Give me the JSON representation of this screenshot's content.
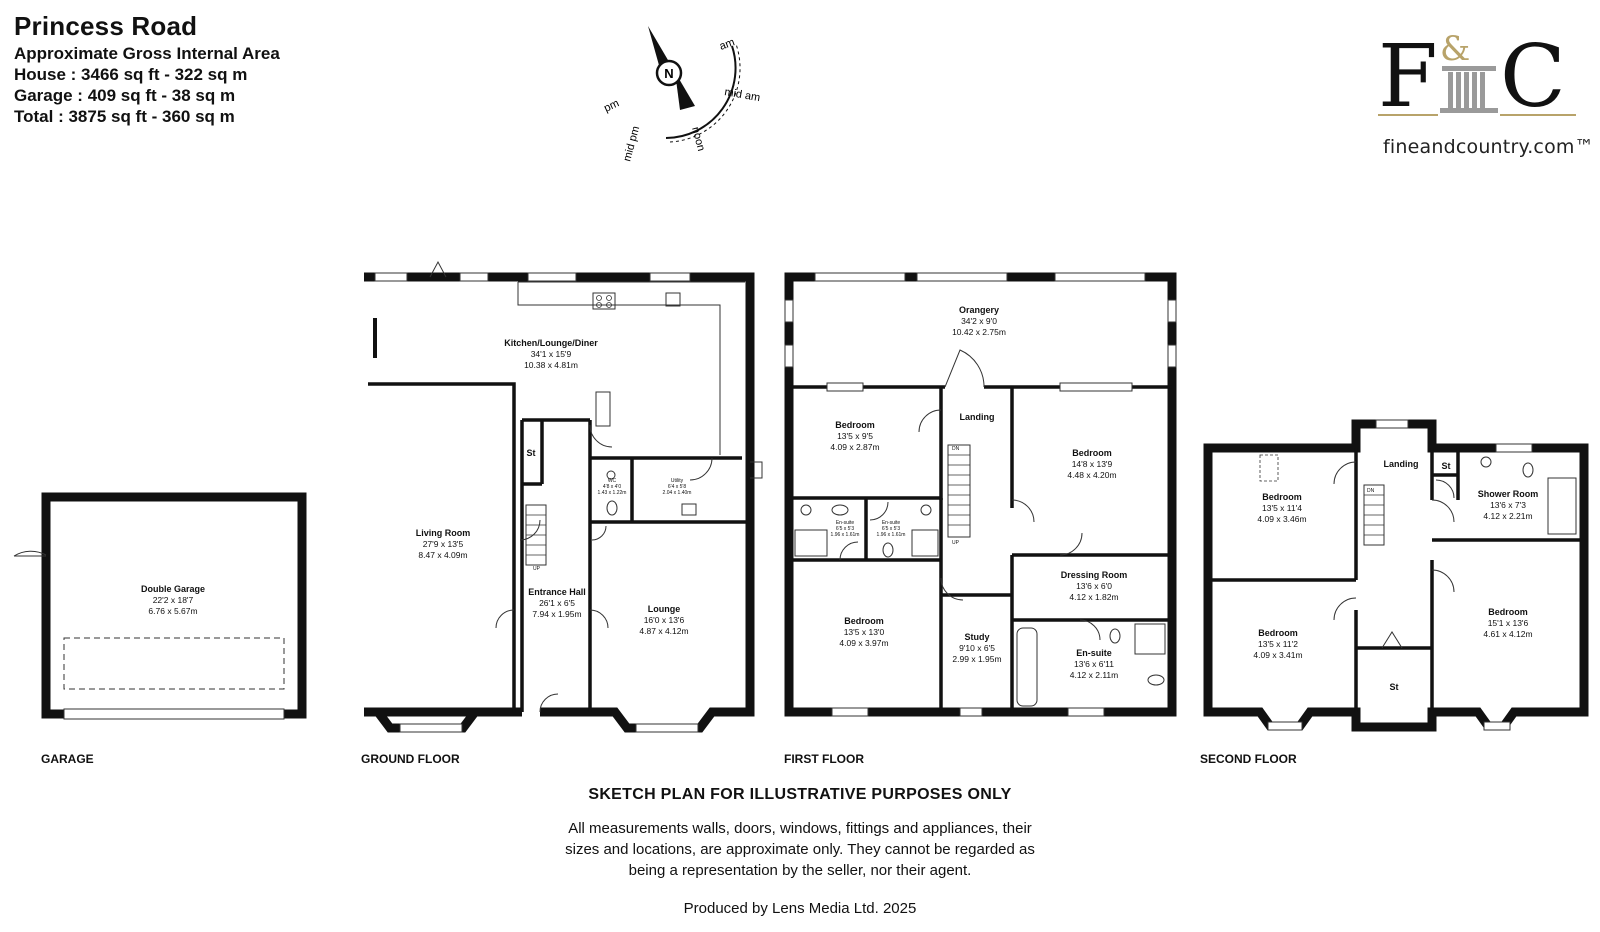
{
  "header": {
    "title": "Princess Road",
    "area_label": "Approximate Gross Internal Area",
    "house": "House : 3466 sq ft - 322 sq m",
    "garage": "Garage : 409 sq ft - 38 sq m",
    "total": "Total : 3875 sq ft - 360 sq m"
  },
  "logo": {
    "left_letter": "F",
    "ampersand": "&",
    "right_letter": "C",
    "website": "fineandcountry.com™",
    "accent_color": "#b8a36a"
  },
  "compass": {
    "north": "N",
    "labels": [
      "am",
      "mid am",
      "noon",
      "mid pm",
      "pm"
    ]
  },
  "floors": {
    "garage": "GARAGE",
    "ground": "GROUND FLOOR",
    "first": "FIRST FLOOR",
    "second": "SECOND FLOOR"
  },
  "rooms": {
    "double_garage": {
      "name": "Double Garage",
      "imperial": "22'2 x 18'7",
      "metric": "6.76 x 5.67m"
    },
    "kitchen": {
      "name": "Kitchen/Lounge/Diner",
      "imperial": "34'1 x 15'9",
      "metric": "10.38 x 4.81m"
    },
    "living_room": {
      "name": "Living Room",
      "imperial": "27'9 x 13'5",
      "metric": "8.47 x 4.09m"
    },
    "st_ground": {
      "name": "St"
    },
    "wc": {
      "name": "WC",
      "imperial": "4'8 x 4'0",
      "metric": "1.43 x 1.22m"
    },
    "utility": {
      "name": "Utility",
      "imperial": "6'4 x 5'8",
      "metric": "2.04 x 1.40m"
    },
    "entrance_hall": {
      "name": "Entrance Hall",
      "imperial": "26'1 x 6'5",
      "metric": "7.94 x 1.95m"
    },
    "lounge": {
      "name": "Lounge",
      "imperial": "16'0 x 13'6",
      "metric": "4.87 x 4.12m"
    },
    "orangery": {
      "name": "Orangery",
      "imperial": "34'2 x 9'0",
      "metric": "10.42 x 2.75m"
    },
    "landing_first": {
      "name": "Landing"
    },
    "bedroom_f1": {
      "name": "Bedroom",
      "imperial": "13'5 x 9'5",
      "metric": "4.09 x 2.87m"
    },
    "bedroom_f2": {
      "name": "Bedroom",
      "imperial": "14'8 x 13'9",
      "metric": "4.48 x 4.20m"
    },
    "ensuite_f1": {
      "name": "En-suite",
      "imperial": "6'5 x 5'3",
      "metric": "1.96 x 1.61m"
    },
    "ensuite_f2": {
      "name": "En-suite",
      "imperial": "6'5 x 5'3",
      "metric": "1.96 x 1.61m"
    },
    "dressing_room": {
      "name": "Dressing Room",
      "imperial": "13'6 x 6'0",
      "metric": "4.12 x 1.82m"
    },
    "bedroom_f3": {
      "name": "Bedroom",
      "imperial": "13'5 x 13'0",
      "metric": "4.09 x 3.97m"
    },
    "study": {
      "name": "Study",
      "imperial": "9'10 x 6'5",
      "metric": "2.99 x 1.95m"
    },
    "ensuite_f3": {
      "name": "En-suite",
      "imperial": "13'6 x 6'11",
      "metric": "4.12 x 2.11m"
    },
    "landing_second": {
      "name": "Landing"
    },
    "st_second_a": {
      "name": "St"
    },
    "bedroom_s1": {
      "name": "Bedroom",
      "imperial": "13'5 x 11'4",
      "metric": "4.09 x 3.46m"
    },
    "shower_room": {
      "name": "Shower Room",
      "imperial": "13'6 x 7'3",
      "metric": "4.12 x 2.21m"
    },
    "bedroom_s2": {
      "name": "Bedroom",
      "imperial": "13'5 x 11'2",
      "metric": "4.09 x 3.41m"
    },
    "bedroom_s3": {
      "name": "Bedroom",
      "imperial": "15'1 x 13'6",
      "metric": "4.61 x 4.12m"
    },
    "st_second_b": {
      "name": "St"
    }
  },
  "stairs": {
    "dn": "DN",
    "up": "UP"
  },
  "disclaimer": {
    "title": "SKETCH PLAN FOR ILLUSTRATIVE PURPOSES ONLY",
    "line1": "All measurements walls, doors, windows, fittings and appliances, their",
    "line2": "sizes and locations, are approximate only. They cannot be regarded as",
    "line3": "being a representation by the seller, nor their agent.",
    "produced": "Produced by Lens Media Ltd. 2025"
  }
}
